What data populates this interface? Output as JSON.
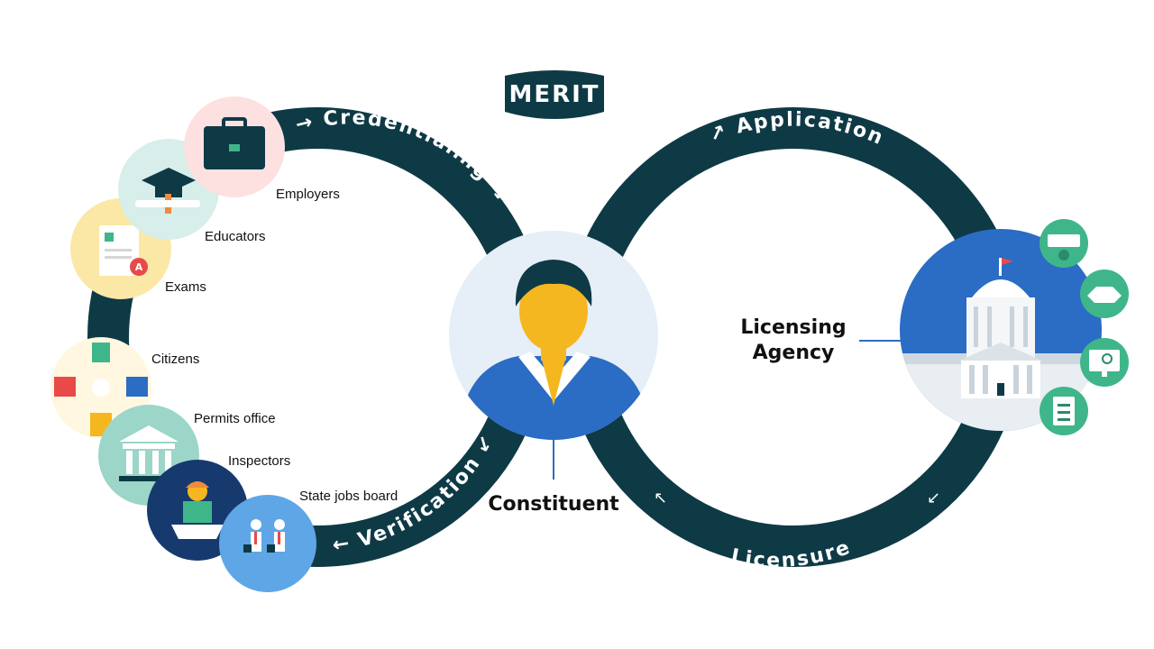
{
  "brand": {
    "logo_text": "MERIT"
  },
  "ring": {
    "credentialing": "→ Credentialing ↘",
    "application": "↗  Application  ↘",
    "licensure": "Licensure",
    "verification": "← Verification ↙"
  },
  "left_nodes": {
    "employers": "Employers",
    "educators": "Educators",
    "exams": "Exams",
    "citizens": "Citizens",
    "permits_office": "Permits office",
    "inspectors": "Inspectors",
    "state_jobs_board": "State jobs board"
  },
  "center": {
    "label": "Constituent"
  },
  "agency": {
    "line1": "Licensing",
    "line2": "Agency"
  },
  "colors": {
    "ring": "#0e3a46",
    "agency_blue": "#2b6cc4",
    "constituent_bg": "#e6eef8",
    "teal": "#3fb68a",
    "skin": "#f5b71f"
  }
}
